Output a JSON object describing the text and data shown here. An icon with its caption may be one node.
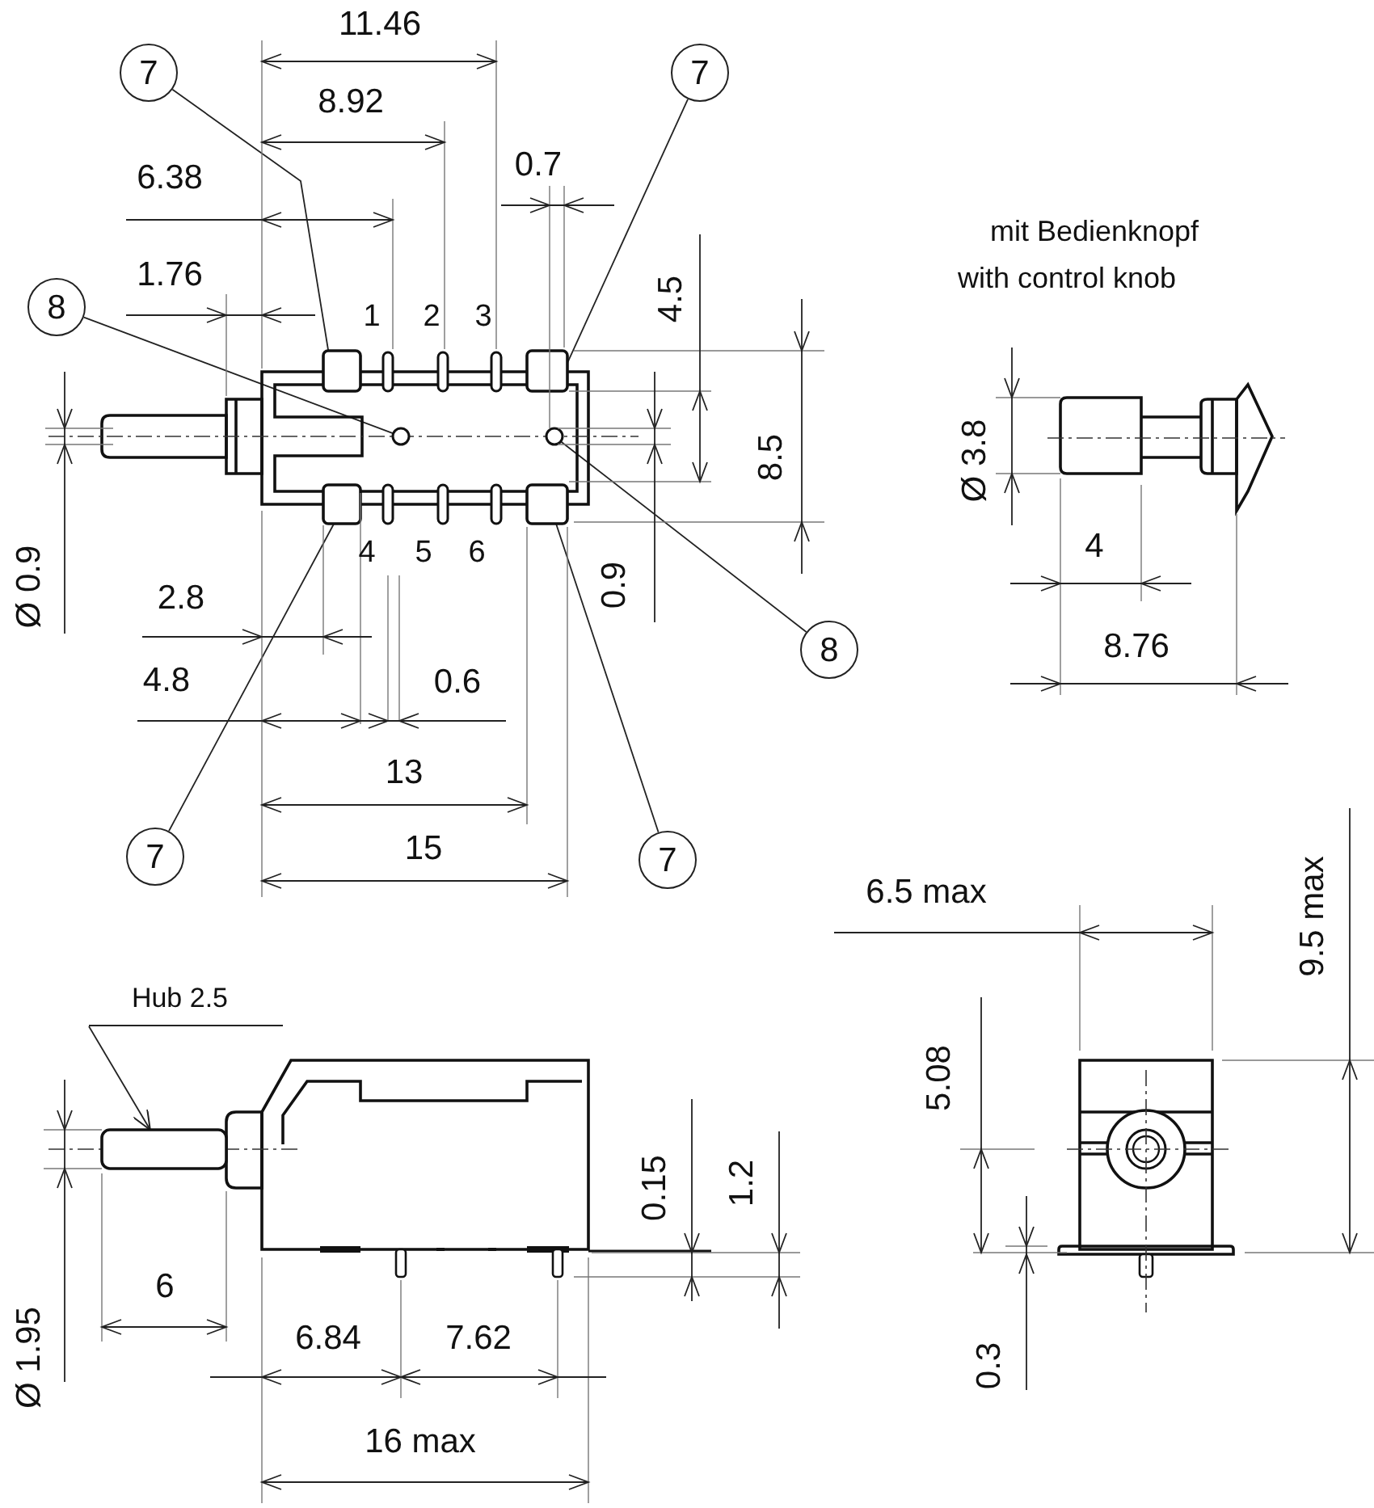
{
  "diagram": {
    "nodes": [
      {
        "text": [
          "7"
        ]
      },
      {
        "text": [
          "7"
        ]
      },
      {
        "text": [
          "8"
        ]
      },
      {
        "text": [
          "8"
        ]
      },
      {
        "text": [
          "7"
        ]
      },
      {
        "text": [
          "7"
        ]
      },
      {
        "text": [
          "Hub 2.5"
        ]
      },
      {
        "text": [],
        "shape": "box"
      },
      {
        "text": [],
        "shape": "box"
      },
      {
        "text": [],
        "shape": "circle"
      },
      {
        "text": [],
        "shape": "circle"
      },
      {
        "text": [],
        "shape": "box"
      },
      {
        "text": [],
        "shape": "box"
      },
      {
        "text": [],
        "shape": "box"
      }
    ],
    "edges": [
      {
        "from": 0,
        "to": 7,
        "arrow": "none"
      },
      {
        "from": 1,
        "to": 8,
        "arrow": "none"
      },
      {
        "from": 2,
        "to": 9,
        "arrow": "none"
      },
      {
        "from": 3,
        "to": 10,
        "arrow": "none"
      },
      {
        "from": 4,
        "to": 11,
        "arrow": "none"
      },
      {
        "from": 5,
        "to": 12,
        "arrow": "none"
      },
      {
        "from": 6,
        "to": 13,
        "arrow": "to"
      }
    ],
    "labels": [
      "11.46",
      "8.92",
      "0.7",
      "6.38",
      "mit Bedienknopf",
      "1.76",
      "with control knob",
      "1",
      "2",
      "3",
      "4.5",
      "8.5",
      "Ø 3.8",
      "4",
      "5",
      "6",
      "4",
      "Ø 0.9",
      "0.9",
      "2.8",
      "8.76",
      "4.8",
      "0.6",
      "13",
      "15",
      "6.5 max",
      "9.5 max",
      "5.08",
      "0.15",
      "1.2",
      "6",
      "Ø 1.95",
      "6.84",
      "7.62",
      "0.3",
      "16 max"
    ]
  }
}
